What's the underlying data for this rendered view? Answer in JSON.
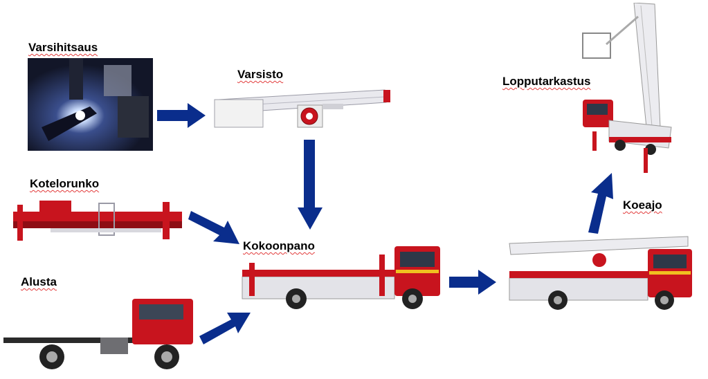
{
  "labels": {
    "varsihitsaus": "Varsihitsaus",
    "varsisto": "Varsisto",
    "kotelorunko": "Kotelorunko",
    "alusta": "Alusta",
    "kokoonpano": "Kokoonpano",
    "lopputarkastus": "Lopputarkastus",
    "koeajo": "Koeajo"
  },
  "arrow_color": "#0a2d8c",
  "vehicle_red": "#c8141e"
}
